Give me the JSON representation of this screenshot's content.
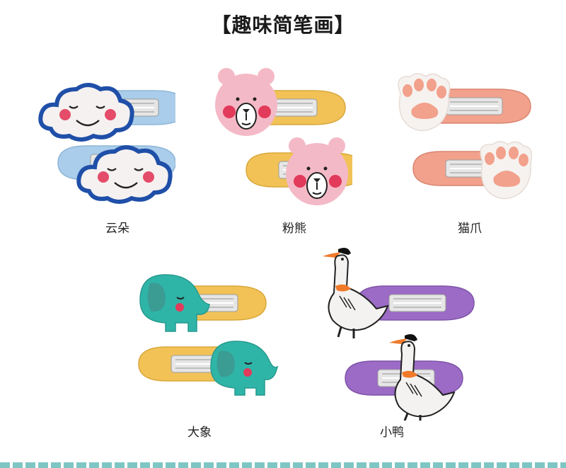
{
  "title": "【趣味简笔画】",
  "items": [
    {
      "name": "云朵"
    },
    {
      "name": "粉熊"
    },
    {
      "name": "猫爪"
    },
    {
      "name": "大象"
    },
    {
      "name": "小鸭"
    }
  ],
  "colors": {
    "clip_blue": "#a9cdea",
    "clip_yellow": "#f2c257",
    "clip_pink": "#f2a18c",
    "clip_purple": "#9b6bc6",
    "cloud_glitter": "#1f4fa8",
    "bear_pink": "#f4b9c6",
    "elephant_teal": "#2fb5a8",
    "cheek_red": "#e23a5a",
    "bottom_strip": "#7ec6c4"
  }
}
